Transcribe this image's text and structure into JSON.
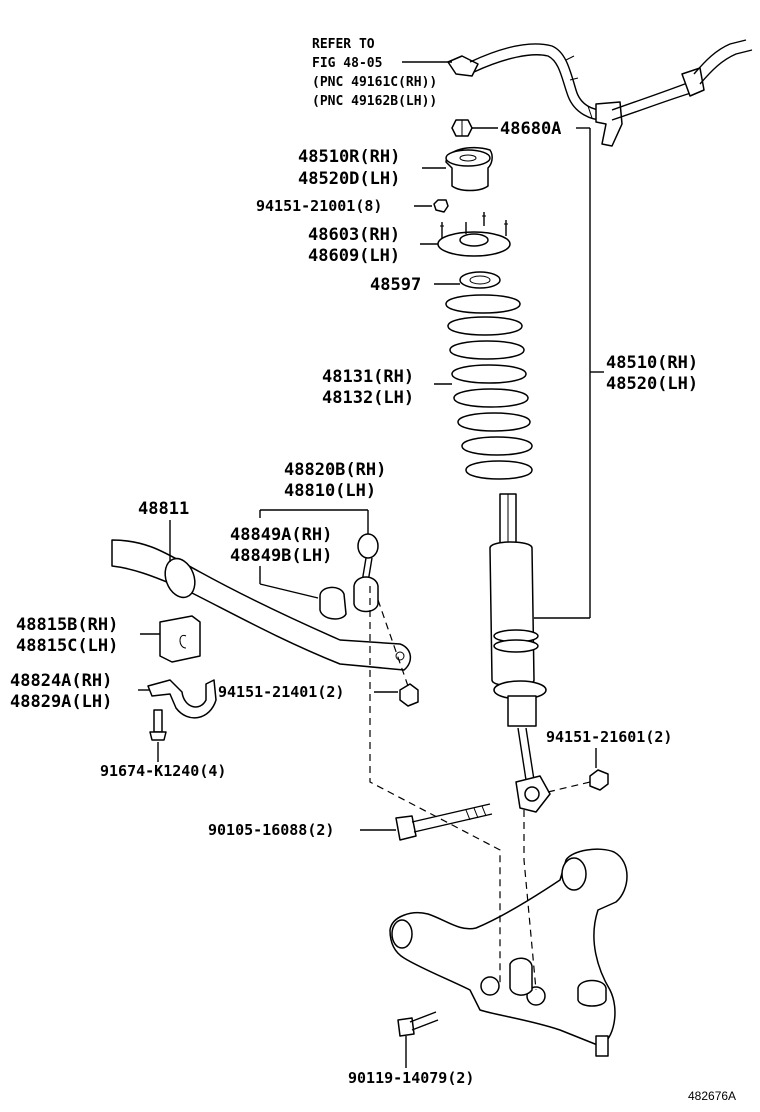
{
  "reference": {
    "line1": "REFER TO",
    "line2": "FIG 48-05",
    "line3": "(PNC 49161C(RH))",
    "line4": "(PNC 49162B(LH))"
  },
  "labels": {
    "p48680A": "48680A",
    "p48510R": "48510R(RH)",
    "p48520D": "48520D(LH)",
    "p94151_21001": "94151-21001(8)",
    "p48603": "48603(RH)",
    "p48609": "48609(LH)",
    "p48597": "48597",
    "p48510": "48510(RH)",
    "p48520": "48520(LH)",
    "p48131": "48131(RH)",
    "p48132": "48132(LH)",
    "p48820B": "48820B(RH)",
    "p48810": "48810(LH)",
    "p48811": "48811",
    "p48849A": "48849A(RH)",
    "p48849B": "48849B(LH)",
    "p48815B": "48815B(RH)",
    "p48815C": "48815C(LH)",
    "p48824A": "48824A(RH)",
    "p48829A": "48829A(LH)",
    "p94151_21401": "94151-21401(2)",
    "p91674": "91674-K1240(4)",
    "p94151_21601": "94151-21601(2)",
    "p90105": "90105-16088(2)",
    "p90119": "90119-14079(2)"
  },
  "illustration_code": "482676A"
}
